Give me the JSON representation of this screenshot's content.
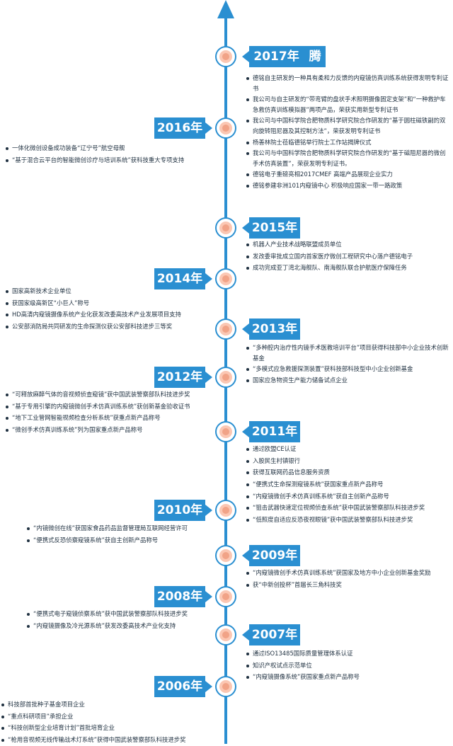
{
  "entries": [
    {
      "year": "2017年",
      "title": "腾飞",
      "items": [
        "德铭自主研发的一种具有柔和力反馈的内窥镜仿真训练系统获得发明专利证书",
        "我公司与自主研发的“带弯臂的盘状手术照明摄像固定支架”和“一种救护车急救仿真训练模拟器”两项产品，荣获实用新型专利证书",
        "我公司与中国科学院合肥物质科学研究院合作研发的“基于圆柱磁铁副的双向旋转阻尼器及其控制方法”，荣获发明专利证书",
        "杨善林院士莅临德铭举行院士工作站揭牌仪式",
        "我公司与中国科学院合肥物质科学研究院合作研发的“基于磁阻尼器的微创手术仿真装置”，荣获发明专利证书。",
        "德铭电子重磅亮相2017CMEF 高端产品展现企业实力",
        "德铭参建非洲101内窥镜中心 积极响应国家一带一路政策"
      ]
    },
    {
      "year": "2016年",
      "items": [
        "一体化微创设备成功装备“辽宁号”航空母舰",
        "“基于混合云平台的智能微创诊疗与培训系统”获科技重大专项支持"
      ]
    },
    {
      "year": "2015年",
      "items": [
        "机器人产业技术战略联盟成员单位",
        "发改委审批成立国内首家医疗微创工程研究中心落户德铭电子",
        "成功完成亚丁湾北海舰队、南海舰队联合护航医疗保障任务"
      ]
    },
    {
      "year": "2014年",
      "items": [
        "国家高新技术企业单位",
        "获国家级高新区“小巨人”称号",
        "HD高清内窥镜摄像系统产业化获发改委高技术产业发展项目支持",
        "公安部消防局共同研发的生命探测仪获公安部科技进步三等奖"
      ]
    },
    {
      "year": "2013年",
      "items": [
        "“多种腔内治疗性内镜手术医教培训平台”项目获得科技部中小企业技术创新基金",
        "“多模式应急救援探测装置”获科技部科技型中小企业创新基金",
        "国家应急物资生产能力储备试点企业"
      ]
    },
    {
      "year": "2012年",
      "items": [
        "“可释放麻醉气体的音视频侦查窥镜”获中国武装警察部队科技进步奖",
        "“基于专用引擎的内窥镜微创手术仿真训练系统”获创新基金验收证书",
        "“地下工业管网智能视频检查分析系统”获重点新产品称号",
        "“微创手术仿真训练系统”列为国家重点新产品称号"
      ]
    },
    {
      "year": "2011年",
      "items": [
        "通过欧盟CE认证",
        "入股民生村镇银行",
        "获得互联网药品信息服务资质",
        "“便携式生命探测窥镜系统”获国家重点新产品称号",
        "“内窥镜微创手术仿真训练系统”获自主创新产品称号",
        "“狙击武器快速定位视频侦查系统”获中国武装警察部队科技进步奖",
        "“低照度自适应反恐夜视眼镜”获中国武装警察部队科技进步奖"
      ]
    },
    {
      "year": "2010年",
      "items": [
        "“内镜微创在线”获国家食品药品监督管理局互联网经营许可",
        "“便携式反恐侦察窥镜系统”获自主创新产品称号"
      ]
    },
    {
      "year": "2009年",
      "items": [
        "“内窥镜微创手术仿真训练系统”获国家及地方中小企业创新基金奖励",
        "获“中新创投杯”首届长三角科技奖"
      ]
    },
    {
      "year": "2008年",
      "items": [
        "“便携式电子窥镜侦察系统”获中国武装警察部队科技进步奖",
        "“内窥镜摄像及冷光源系统”获发改委高技术产业化支持"
      ]
    },
    {
      "year": "2007年",
      "items": [
        "通过ISO13485国际质量管理体系认证",
        "知识产权试点示范单位",
        "“内窥镜摄像系统”获国家重点新产品称号"
      ]
    },
    {
      "year": "2006年",
      "items": [
        "科技部首批种子基金项目企业",
        "“重点科研项目”承担企业",
        "“科技创新型企业培育计划”首批培育企业",
        "“枪用音视频无线传输战术灯系统”获得中国武装警察部队科技进步奖"
      ]
    }
  ],
  "colors": {
    "axis": "#2a8fd1",
    "node_fill": "#fbc7b3",
    "node_core": "#f1a387",
    "text": "#1f3040"
  }
}
